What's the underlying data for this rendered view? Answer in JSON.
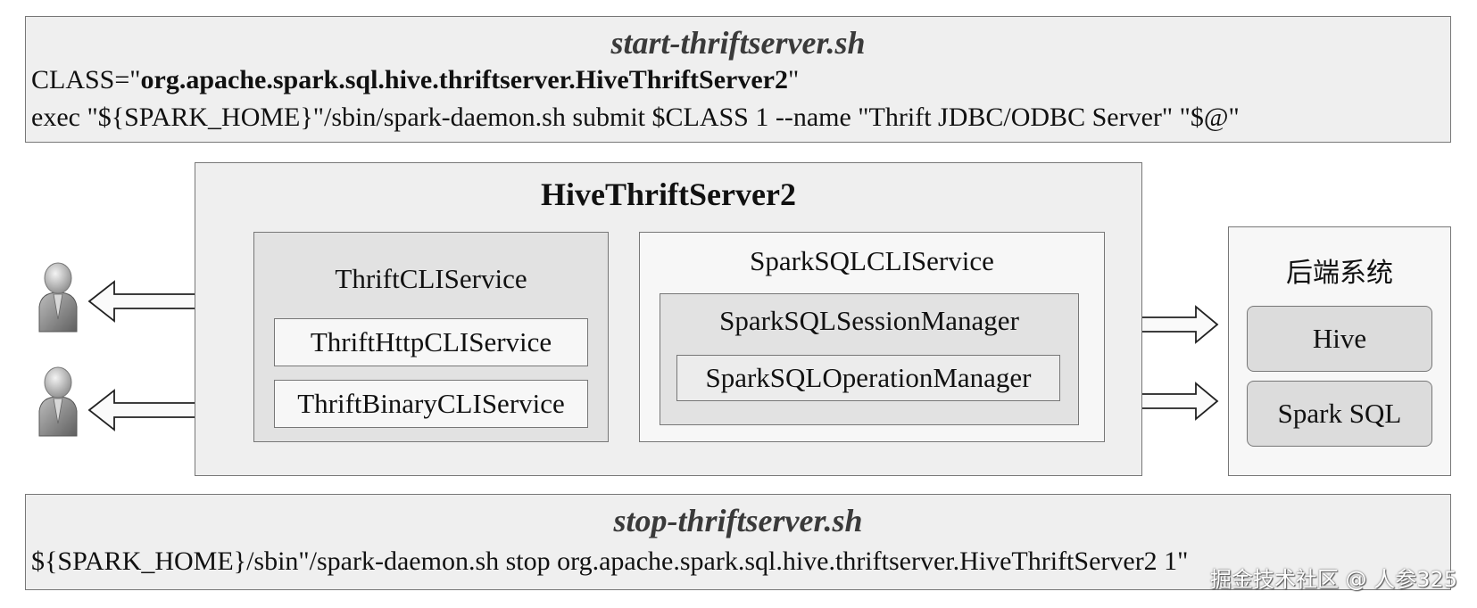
{
  "start_script": {
    "title": "start-thriftserver.sh",
    "class_prefix": "CLASS=\"",
    "class_name": "org.apache.spark.sql.hive.thriftserver.HiveThriftServer2",
    "class_suffix": "\"",
    "exec_line": "exec \"${SPARK_HOME}\"/sbin/spark-daemon.sh submit $CLASS 1 --name \"Thrift JDBC/ODBC Server\" \"$@\""
  },
  "server": {
    "title": "HiveThriftServer2",
    "thrift_cli": {
      "title": "ThriftCLIService",
      "http": "ThriftHttpCLIService",
      "binary": "ThriftBinaryCLIService"
    },
    "spark_cli": {
      "title": "SparkSQLCLIService",
      "session_manager": "SparkSQLSessionManager",
      "operation_manager": "SparkSQLOperationManager"
    }
  },
  "backend": {
    "title": "后端系统",
    "items": [
      "Hive",
      "Spark SQL"
    ]
  },
  "stop_script": {
    "title": "stop-thriftserver.sh",
    "line": "${SPARK_HOME}/sbin\"/spark-daemon.sh stop org.apache.spark.sql.hive.thriftserver.HiveThriftServer2 1\""
  },
  "watermark": "掘金技术社区 @ 人参325",
  "icons": {
    "user": "user-icon",
    "arrow": "double-arrow-icon"
  }
}
